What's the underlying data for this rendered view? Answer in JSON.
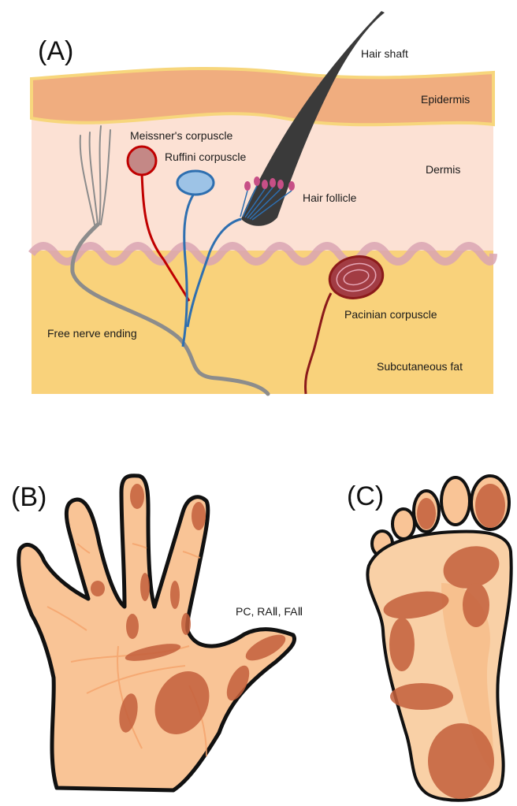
{
  "panels": {
    "a": "(A)",
    "b": "(B)",
    "c": "(C)"
  },
  "labels": {
    "hair_shaft": "Hair shaft",
    "epidermis": "Epidermis",
    "dermis": "Dermis",
    "meissner": "Meissner's corpuscle",
    "ruffini": "Ruffini corpuscle",
    "hair_follicle": "Hair follicle",
    "free_nerve": "Free nerve ending",
    "pacinian": "Pacinian corpuscle",
    "subcutaneous": "Subcutaneous fat",
    "receptors": "PC, RAⅡ, FAⅡ"
  },
  "colors": {
    "epidermis": "#f0ad7f",
    "dermis": "#fce1d4",
    "subcutaneous": "#f9d27b",
    "skin_hand": "#f9c496",
    "receptor_patch": "#c4603c",
    "nerve_grey": "#808080",
    "nerve_red": "#c00000",
    "nerve_blue": "#2e6fb0",
    "pacinian": "#8b1a1a"
  }
}
